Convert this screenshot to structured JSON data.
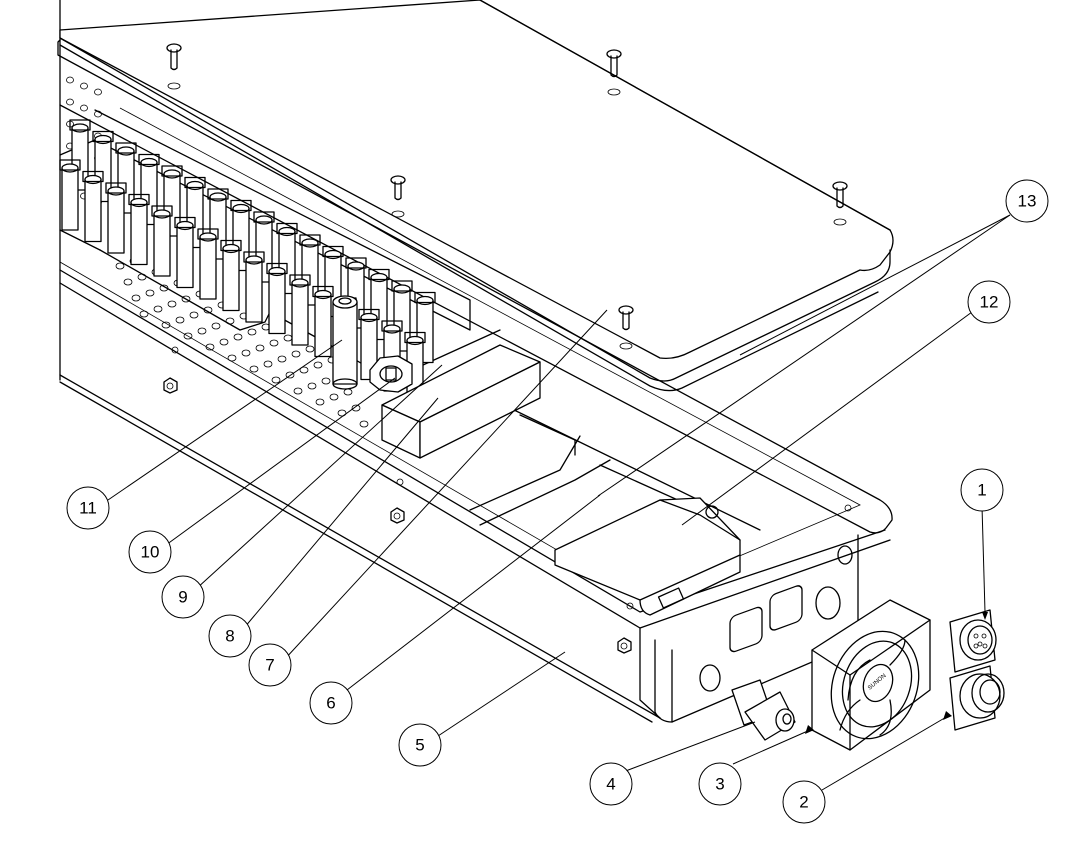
{
  "callouts": [
    {
      "num": "1"
    },
    {
      "num": "2"
    },
    {
      "num": "3"
    },
    {
      "num": "4"
    },
    {
      "num": "5"
    },
    {
      "num": "6"
    },
    {
      "num": "7"
    },
    {
      "num": "8"
    },
    {
      "num": "9"
    },
    {
      "num": "10"
    },
    {
      "num": "11"
    },
    {
      "num": "12"
    },
    {
      "num": "13"
    }
  ],
  "fan_label": "SUNON",
  "colors": {
    "ink": "#000000",
    "paper": "#ffffff"
  }
}
